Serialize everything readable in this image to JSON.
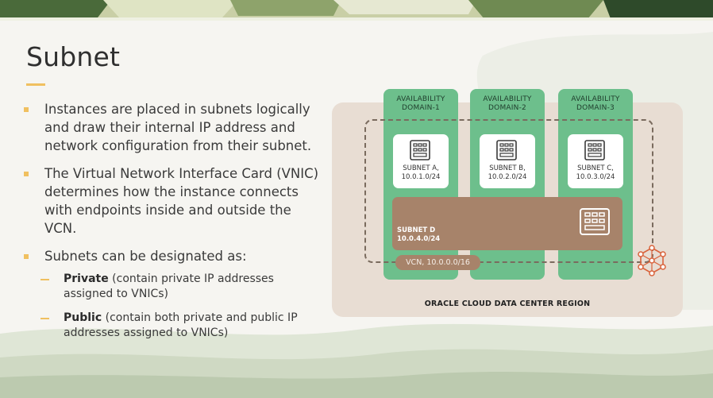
{
  "slide": {
    "title": "Subnet",
    "bullets": [
      "Instances are placed in subnets logically and draw their internal IP address and network configuration from their subnet.",
      "The Virtual Network Interface Card (VNIC) determines how the instance connects with endpoints inside and outside the VCN.",
      "Subnets can be designated as:"
    ],
    "sub_bullets": [
      {
        "bold": "Private",
        "text": " (contain private IP addresses assigned to VNICs)"
      },
      {
        "bold": "Public",
        "text": " (contain both private and public IP addresses assigned to VNICs)"
      }
    ]
  },
  "diagram": {
    "availability_domains": [
      {
        "line1": "AVAILABILITY",
        "line2": "DOMAIN-1"
      },
      {
        "line1": "AVAILABILITY",
        "line2": "DOMAIN-2"
      },
      {
        "line1": "AVAILABILITY",
        "line2": "DOMAIN-3"
      }
    ],
    "subnets": [
      {
        "name": "SUBNET A,",
        "cidr": "10.0.1.0/24"
      },
      {
        "name": "SUBNET B,",
        "cidr": "10.0.2.0/24"
      },
      {
        "name": "SUBNET C,",
        "cidr": "10.0.3.0/24"
      }
    ],
    "subnet_d": {
      "name": "SUBNET D",
      "cidr": "10.0.4.0/24"
    },
    "vcn_label": "VCN, 10.0.0.0/16",
    "region_label": "ORACLE CLOUD DATA CENTER REGION",
    "icons": [
      "subnet-icon",
      "router-icon"
    ]
  },
  "colors": {
    "accent": "#f0c060",
    "ad_green": "#6dbf8c",
    "subnet_d_brown": "#a7836a",
    "region_bg": "#e8ddd3",
    "router_orange": "#d9623b"
  }
}
